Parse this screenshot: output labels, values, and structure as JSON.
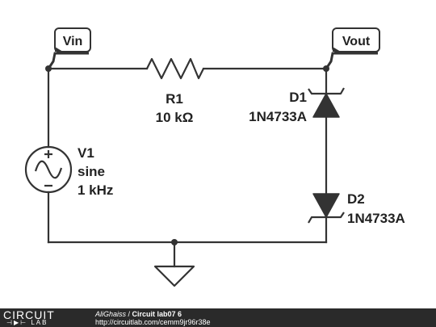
{
  "probes": {
    "vin": "Vin",
    "vout": "Vout"
  },
  "resistor": {
    "name": "R1",
    "value": "10 kΩ"
  },
  "source": {
    "name": "V1",
    "type": "sine",
    "frequency": "1 kHz"
  },
  "diode1": {
    "name": "D1",
    "model": "1N4733A"
  },
  "diode2": {
    "name": "D2",
    "model": "1N4733A"
  },
  "footer": {
    "logo_top": "CIRCUIT",
    "logo_bottom": "LAB",
    "author": "AliGhaiss",
    "separator": " / ",
    "title": "Circuit lab07 6",
    "url": "http://circuitlab.com/cemm9jr96r38e"
  }
}
